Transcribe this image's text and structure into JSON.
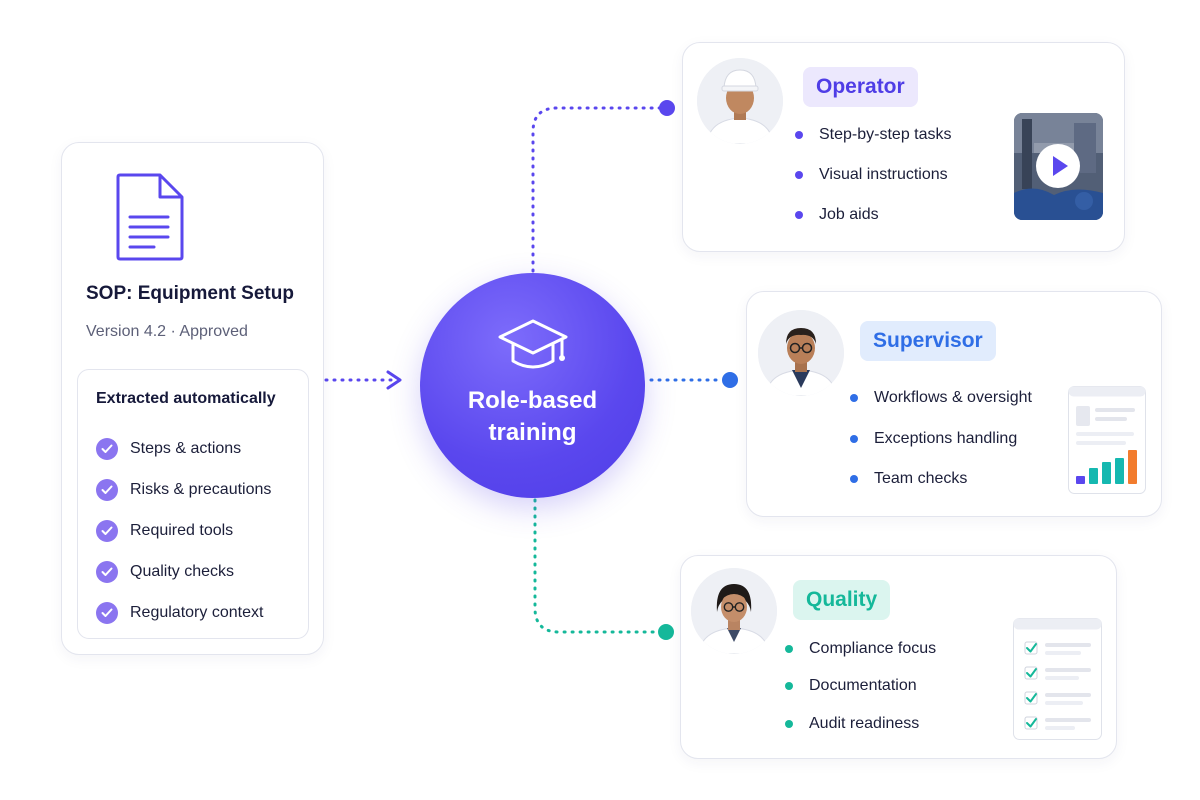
{
  "sop": {
    "title": "SOP: Equipment Setup",
    "version": "Version 4.2 · Approved",
    "extracted": {
      "title": "Extracted automatically",
      "items": [
        "Steps & actions",
        "Risks & precautions",
        "Required tools",
        "Quality checks",
        "Regulatory context"
      ]
    }
  },
  "hub": {
    "line1": "Role-based",
    "line2": "training",
    "icon": "graduation-cap-icon"
  },
  "roles": {
    "operator": {
      "label": "Operator",
      "items": [
        "Step-by-step tasks",
        "Visual instructions",
        "Job aids"
      ],
      "accent": "#5a47ee",
      "media": "play-video-icon"
    },
    "supervisor": {
      "label": "Supervisor",
      "items": [
        "Workflows & oversight",
        "Exceptions handling",
        "Team checks"
      ],
      "accent": "#2f6ee6",
      "media": "report-chart-icon"
    },
    "quality": {
      "label": "Quality",
      "items": [
        "Compliance focus",
        "Documentation",
        "Audit readiness"
      ],
      "accent": "#15b89a",
      "media": "checklist-icon"
    }
  },
  "colors": {
    "primary": "#5a47ee",
    "blue": "#2f6ee6",
    "teal": "#15b89a",
    "check": "#8b75f0"
  }
}
